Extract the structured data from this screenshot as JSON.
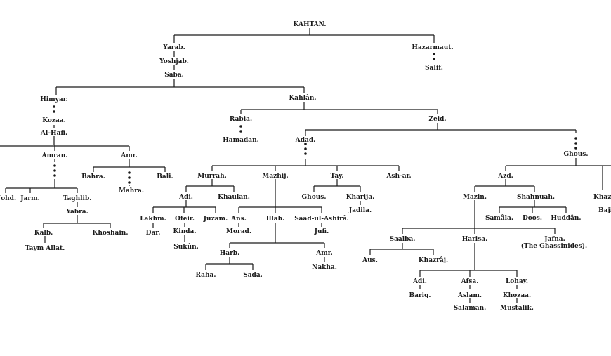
{
  "tree": {
    "names": {
      "kahtan": "KAHTAN.",
      "yarab": "Yarab.",
      "hazarmaut": "Hazarmaut.",
      "yoshjab": "Yoshjab.",
      "saba": "Saba.",
      "salif": "Salif.",
      "himyar": "Himyar.",
      "kahlan": "Kahlân.",
      "kozaa": "Kozaa.",
      "al_haf": "Al-Hafi.",
      "amran": "Amran.",
      "amr1": "Amr.",
      "rabia": "Rabia.",
      "hamadan": "Hamadan.",
      "zeid": "Zeid.",
      "adad": "Adad.",
      "ghous1": "Ghous.",
      "bahra": "Bahra.",
      "mahra": "Mahra.",
      "bali": "Bali.",
      "nohd": "Nohd.",
      "jarm": "Jarm.",
      "taghlib": "Taghlib.",
      "yabra": "Yabra.",
      "kalb": "Kalb.",
      "khoshain": "Khoshain.",
      "taym_allat": "Taym Allat.",
      "murrah": "Murrah.",
      "mazhij": "Mazhij.",
      "tay": "Tay.",
      "ash_ar": "Ash-ar.",
      "adi1": "Adi.",
      "khaulan": "Khaulan.",
      "lakhm": "Lakhm.",
      "ofeir": "Ofeir.",
      "juzam": "Juzam.",
      "dar": "Dar.",
      "kinda": "Kinda.",
      "sukun": "Sukûn.",
      "ans": "Ans.",
      "illah": "Illah.",
      "saad": "Saad-ul-Ashirâ.",
      "morad": "Morad.",
      "jufi": "Jufi.",
      "ghous2": "Ghous.",
      "kharija": "Kharija.",
      "jadila": "Jadila.",
      "harb": "Harb.",
      "amr2": "Amr.",
      "raha": "Raha.",
      "sada": "Sada.",
      "nakha": "Nakha.",
      "azd": "Azd.",
      "mazin": "Mazin.",
      "shahnuah": "Shahnuah.",
      "khazaa": "Khaz-",
      "baj": "Baji",
      "samala": "Samâla.",
      "doos": "Doos.",
      "huddan": "Huddân.",
      "saalba": "Saalba.",
      "harisa": "Harisa.",
      "jafna": "Jafna.",
      "ghassinides": "(The Ghassinides).",
      "aus": "Aus.",
      "khazraj": "Khazrâj.",
      "adi2": "Adi.",
      "afsa": "Afsa.",
      "lohay": "Lohay.",
      "bariq": "Bariq.",
      "aslam": "Aslam.",
      "khozaa": "Khozaa.",
      "salaman": "Salaman.",
      "mustalik": "Mustalik."
    }
  }
}
